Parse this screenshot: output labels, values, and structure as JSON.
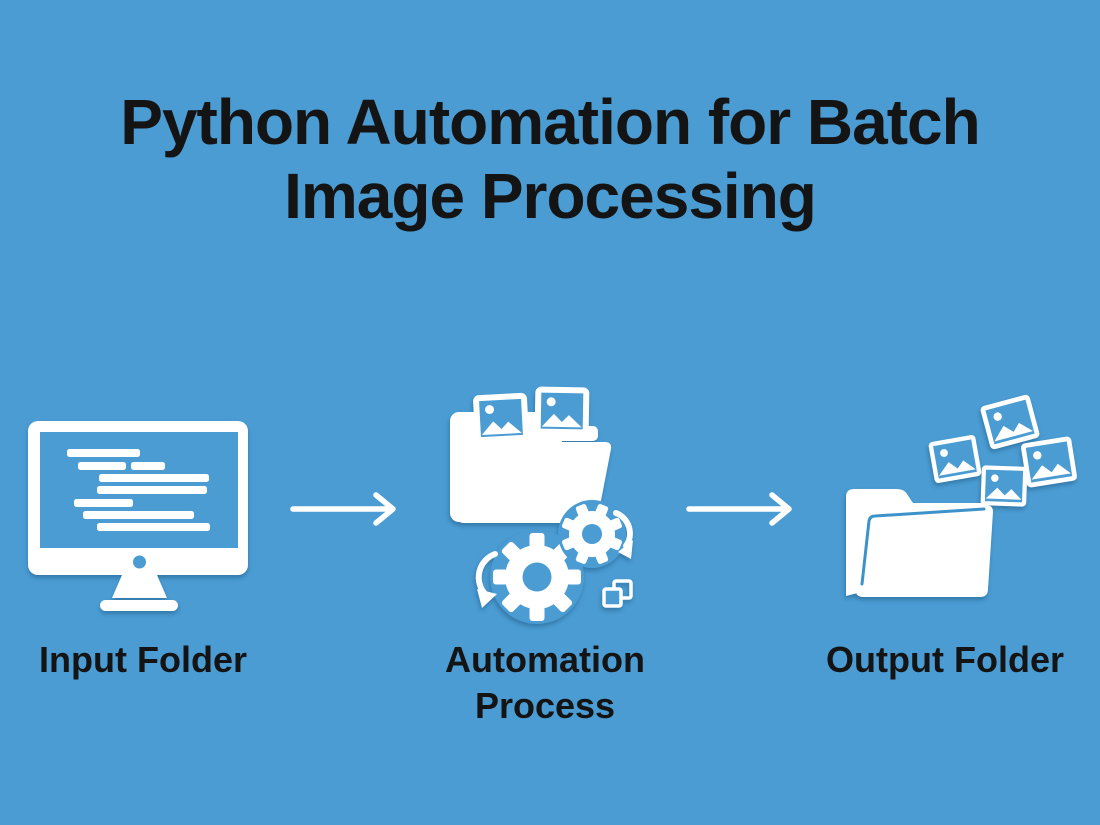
{
  "colors": {
    "background": "#4a9cd3",
    "icon": "#ffffff",
    "text": "#141414",
    "inner_line": "#3e92ca"
  },
  "title": {
    "full_text": "Python Automation for Batch Image Processing",
    "lines": [
      "Python Automation for Batch",
      "Image Processing"
    ]
  },
  "diagram": {
    "type": "flow",
    "direction": "left-to-right",
    "steps": [
      {
        "label": "Input Folder",
        "icon": "monitor-with-code-icon"
      },
      {
        "label": "Automation Process",
        "icon": "folder-images-gears-icon"
      },
      {
        "label": "Output Folder",
        "icon": "folder-images-output-icon"
      }
    ],
    "connectors": [
      {
        "type": "arrow-right"
      },
      {
        "type": "arrow-right"
      }
    ]
  }
}
